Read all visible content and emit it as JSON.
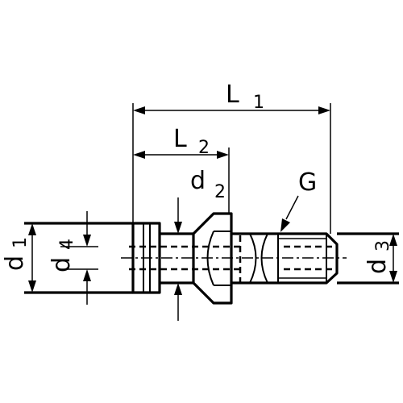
{
  "labels": {
    "L1": {
      "main": "L",
      "sub": "1"
    },
    "L2": {
      "main": "L",
      "sub": "2"
    },
    "d2": {
      "main": "d",
      "sub": "2"
    },
    "G": "G",
    "d1": {
      "main": "d",
      "sub": "1"
    },
    "d4": {
      "main": "d",
      "sub": "4"
    },
    "d3": {
      "main": "d",
      "sub": "3"
    }
  },
  "colors": {
    "line": "#000000",
    "background": "#ffffff"
  }
}
